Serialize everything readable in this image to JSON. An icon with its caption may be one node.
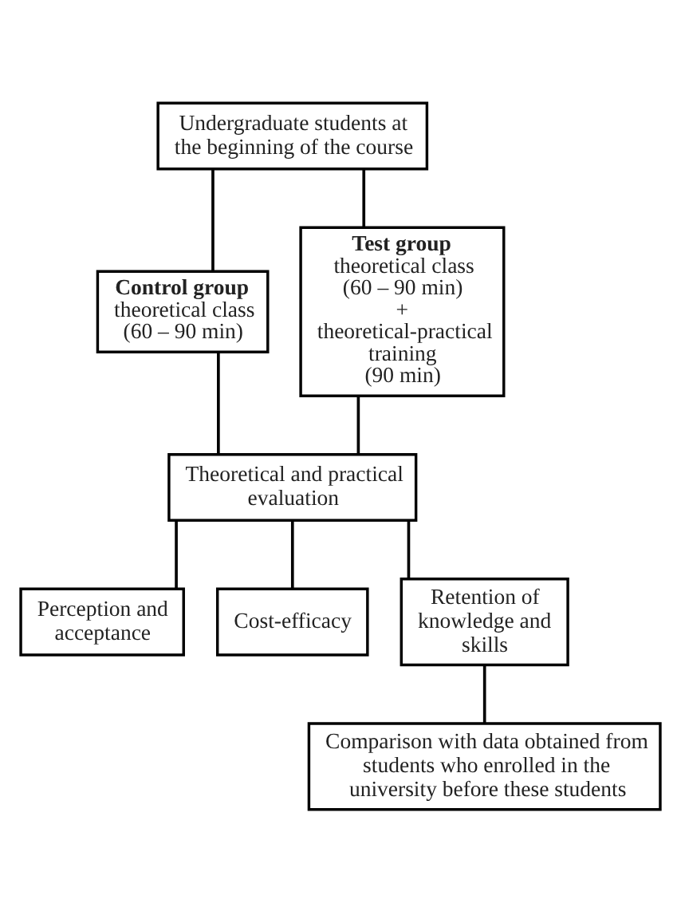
{
  "diagram": {
    "nodes": [
      {
        "text": [
          "Undergraduate students at the beginning of the course"
        ]
      },
      {
        "text": [
          "Control group",
          "theoretical class (60 – 90 min)"
        ]
      },
      {
        "text": [
          "Test group",
          "theoretical class (60 – 90 min) + theoretical-practical training (90 min)"
        ]
      },
      {
        "text": [
          "Theoretical and practical evaluation"
        ]
      },
      {
        "text": [
          "Perception and acceptance"
        ]
      },
      {
        "text": [
          "Cost-efficacy"
        ]
      },
      {
        "text": [
          "Retention of knowledge and skills"
        ]
      },
      {
        "text": [
          "Comparison with data obtained from students who enrolled in the university before these students"
        ]
      }
    ],
    "edges": [
      {
        "from": 0,
        "to": 1,
        "arrow": "none"
      },
      {
        "from": 0,
        "to": 2,
        "arrow": "none"
      },
      {
        "from": 1,
        "to": 3,
        "arrow": "none"
      },
      {
        "from": 2,
        "to": 3,
        "arrow": "none"
      },
      {
        "from": 3,
        "to": 4,
        "arrow": "none"
      },
      {
        "from": 3,
        "to": 5,
        "arrow": "none"
      },
      {
        "from": 3,
        "to": 6,
        "arrow": "none"
      },
      {
        "from": 6,
        "to": 7,
        "arrow": "none"
      }
    ]
  }
}
